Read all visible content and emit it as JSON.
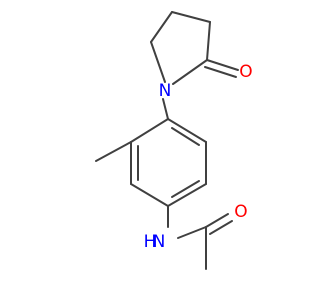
{
  "molecule": {
    "atoms": [
      {
        "id": "N_ring",
        "symbol": "N",
        "color": "#0000ff"
      },
      {
        "id": "O_ketone",
        "symbol": "O",
        "color": "#ff0000"
      },
      {
        "id": "N_amide",
        "symbol": "N",
        "sub": "H",
        "color": "#0000ff"
      },
      {
        "id": "O_amide",
        "symbol": "O",
        "color": "#ff0000"
      }
    ]
  }
}
